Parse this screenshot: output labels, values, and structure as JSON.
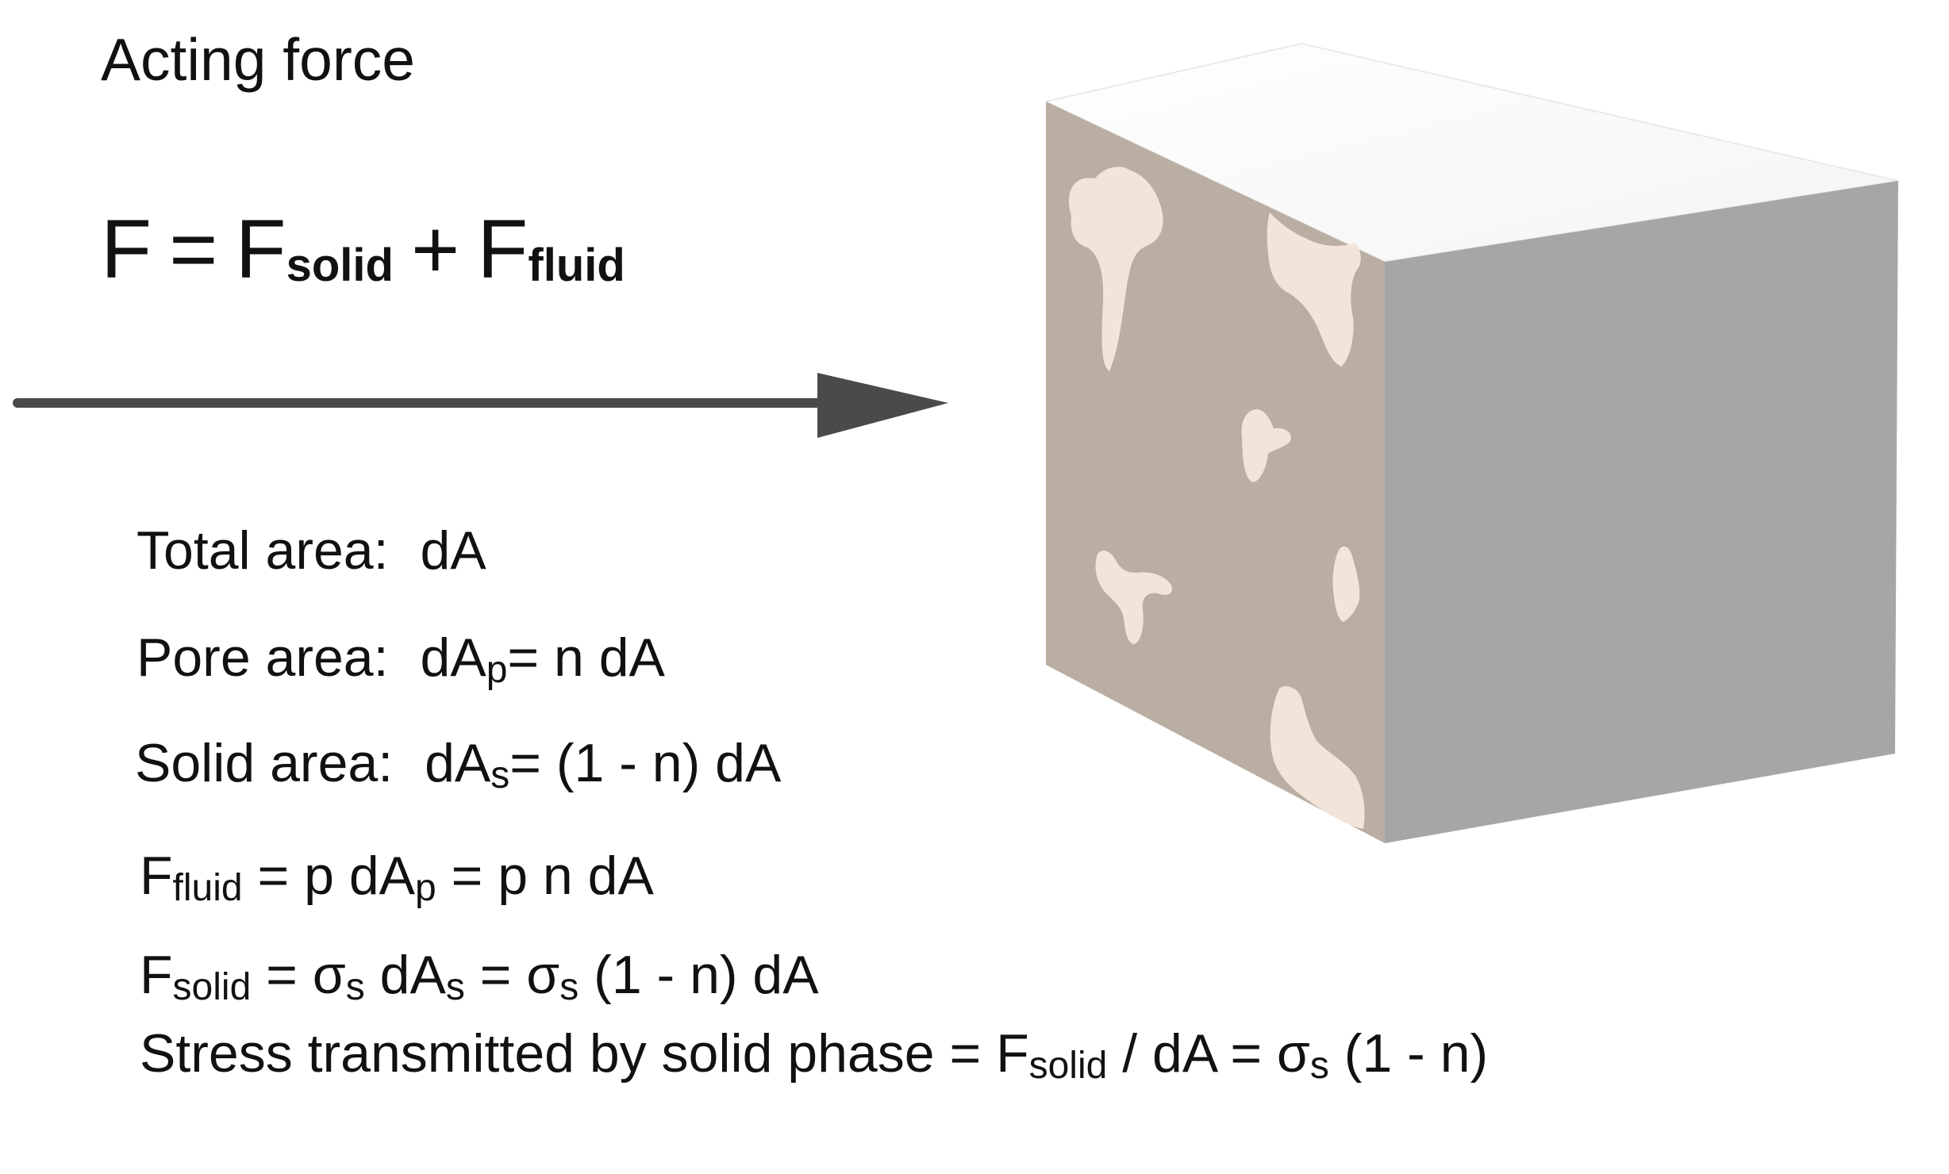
{
  "title": "Acting force",
  "equation": {
    "lhs": "F",
    "eq": "=",
    "term1": "F",
    "term1_sub": "solid",
    "plus": "+",
    "term2": "F",
    "term2_sub": "fluid"
  },
  "arrow": {
    "color": "#4a4a4a"
  },
  "total_area": {
    "label": "Total area:",
    "expr": "dA"
  },
  "pore_area": {
    "label": "Pore area:",
    "lhs": "dA",
    "lhs_sub": "p",
    "rhs": "= n dA"
  },
  "solid_area": {
    "label": "Solid area:",
    "lhs": "dA",
    "lhs_sub": "s",
    "rhs": "= (1 - n) dA"
  },
  "f_fluid": {
    "f": "F",
    "f_sub": "fluid",
    "mid": " = p dA",
    "mid_sub": "p",
    "end": " = p n dA"
  },
  "f_solid": {
    "f": "F",
    "f_sub": "solid",
    "mid": " = σ",
    "mid_sub": "s",
    "mid2": " dA",
    "mid2_sub": "s",
    "mid3": " = σ",
    "mid3_sub": "s",
    "end": " (1 - n) dA"
  },
  "stress": {
    "text": "Stress transmitted by solid phase = F",
    "sub": "solid",
    "mid": " / dA =  σ",
    "mid_sub": "s",
    "end": " (1 - n)"
  },
  "cube": {
    "front_color": "#b9aea1",
    "side_color": "#a6a6a6",
    "top_color": "#fcfcfc",
    "pore_color": "#f2e4d8"
  }
}
